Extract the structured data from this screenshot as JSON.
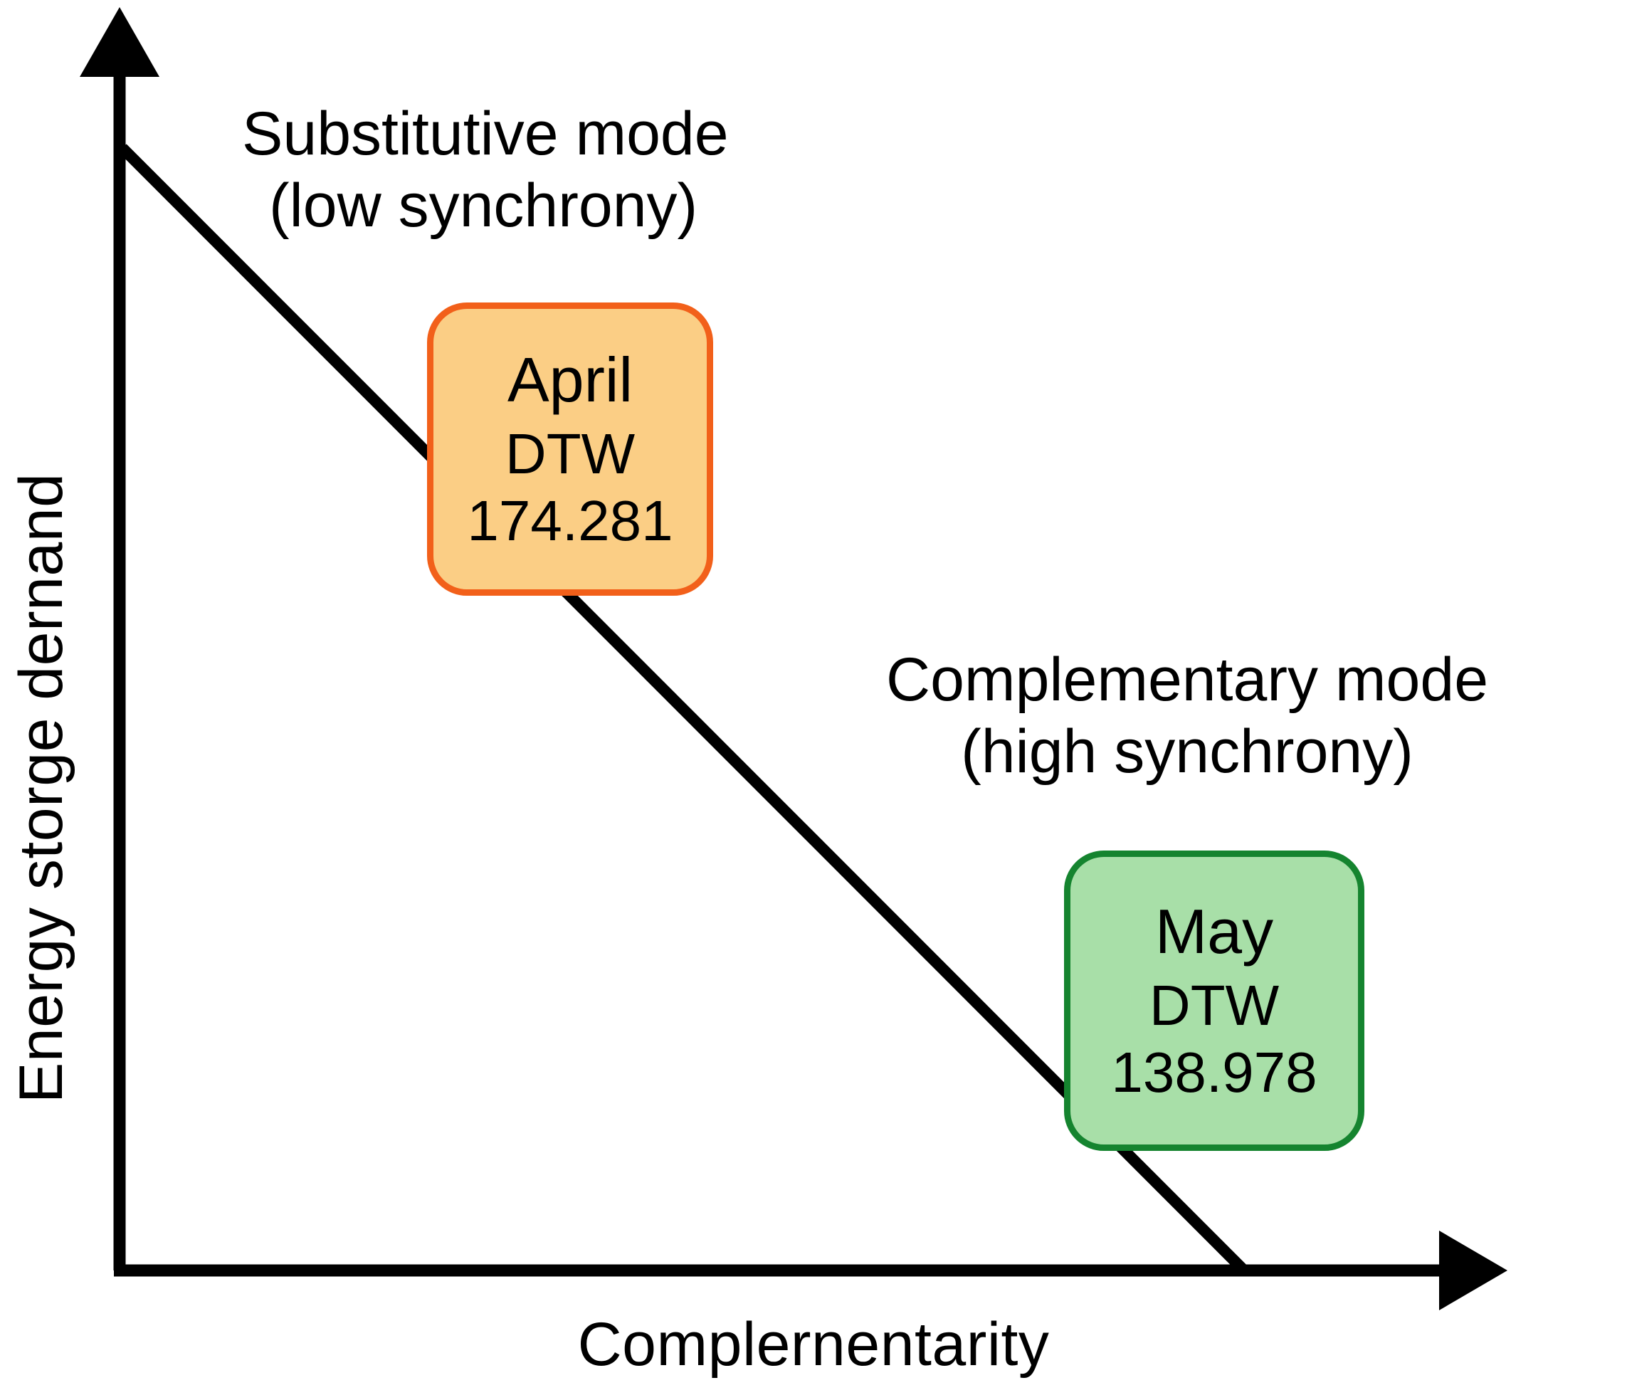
{
  "figure": {
    "type": "conceptual-schematic",
    "background_color": "#FFFFFF",
    "line_color": "#000000"
  },
  "axes": {
    "y_title": "Energy storge dernand",
    "x_title": "Complernentarity",
    "y_arrow_icon": "arrow-up-icon",
    "x_arrow_icon": "arrow-right-icon"
  },
  "annotations": [
    {
      "id": "substitutive",
      "line1": "Substitutive mode",
      "line2": "(low synchrony)"
    },
    {
      "id": "complementary",
      "line1": "Complementary mode",
      "line2": "(high synchrony)"
    }
  ],
  "boxes": [
    {
      "id": "april",
      "month": "April",
      "metric": "DTW",
      "value": "174.281",
      "fill": "#FBCE85",
      "border": "#F2601A"
    },
    {
      "id": "may",
      "month": "May",
      "metric": "DTW",
      "value": "138.978",
      "fill": "#A8DFA8",
      "border": "#15842F"
    }
  ],
  "chart_data": {
    "type": "line",
    "title": "",
    "xlabel": "Complernentarity",
    "ylabel": "Energy storge dernand",
    "grid": false,
    "legend": null,
    "description": "Monotonically decreasing schematic trend line: higher complementarity (synchrony) corresponds to lower energy storage demand.",
    "series": [
      {
        "name": "trend",
        "x": [
          0.0,
          1.0
        ],
        "y": [
          1.0,
          0.0
        ],
        "style": "solid-black-line"
      }
    ],
    "xlim": [
      0,
      1
    ],
    "ylim": [
      0,
      1
    ],
    "points": [
      {
        "label": "April",
        "metric": "DTW",
        "value": 174.281,
        "x": 0.23,
        "y": 0.77,
        "regime": "Substitutive mode (low synchrony)",
        "color": "#FBCE85"
      },
      {
        "label": "May",
        "metric": "DTW",
        "value": 138.978,
        "x": 0.73,
        "y": 0.27,
        "regime": "Complementary mode (high synchrony)",
        "color": "#A8DFA8"
      }
    ]
  }
}
